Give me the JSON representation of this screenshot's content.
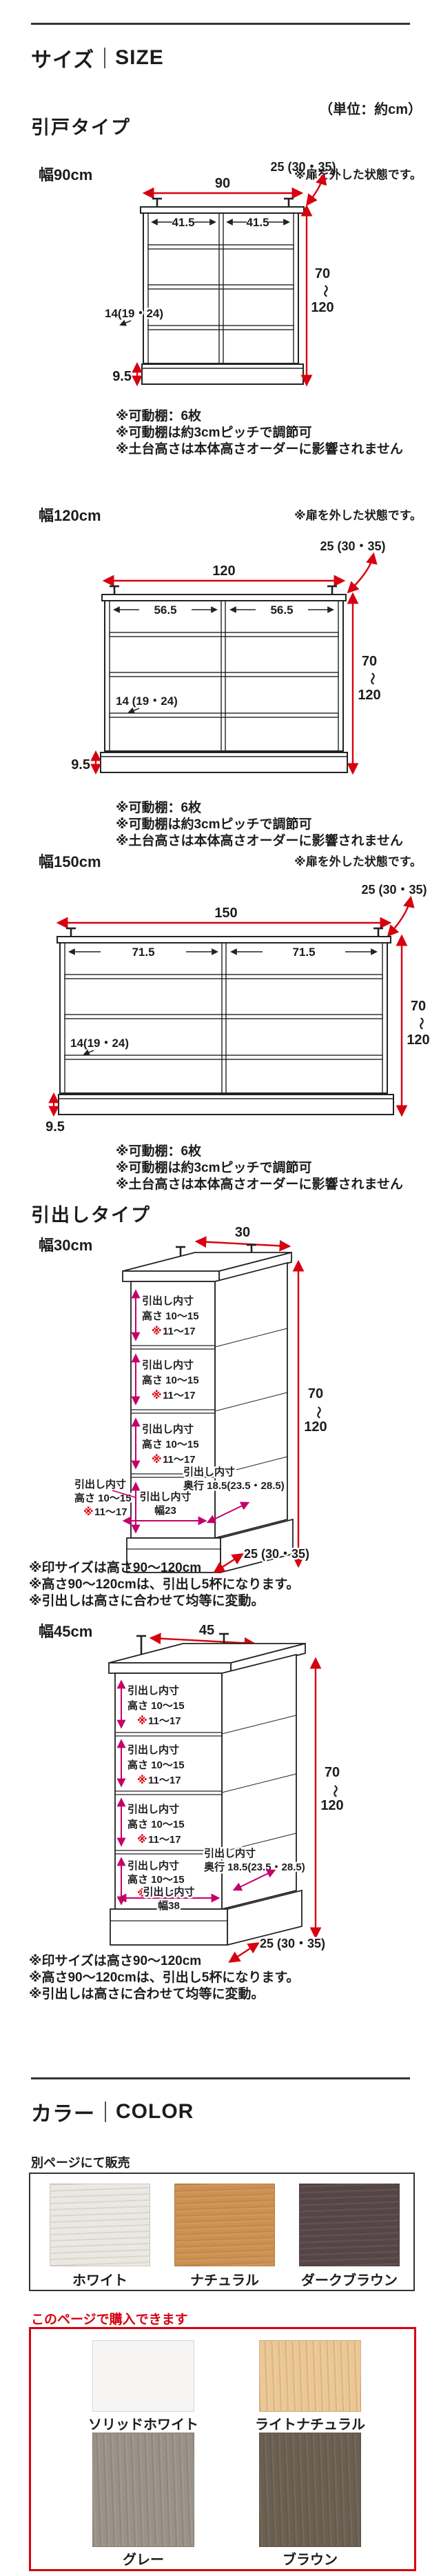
{
  "page": {
    "size_heading_jp": "サイズ",
    "size_heading_en": "SIZE",
    "unit_note": "（単位：約cm）"
  },
  "sliding": {
    "heading": "引戸タイプ",
    "door_note": "※扉を外した状態です。",
    "notes": [
      "※可動棚：6枚",
      "※可動棚は約3cmピッチで調節可",
      "※土台高さは本体高さオーダーに影響されません"
    ],
    "variants": [
      {
        "label": "幅90cm",
        "width": "90",
        "inner_width": "41.5",
        "shelf_depth": "14(19・24)",
        "depth": "25 (30・35)",
        "h_top": "70",
        "h_wave": "〜",
        "h_bottom": "120",
        "base": "9.5"
      },
      {
        "label": "幅120cm",
        "width": "120",
        "inner_width": "56.5",
        "shelf_depth": "14 (19・24)",
        "depth": "25 (30・35)",
        "h_top": "70",
        "h_wave": "〜",
        "h_bottom": "120",
        "base": "9.5"
      },
      {
        "label": "幅150cm",
        "width": "150",
        "inner_width": "71.5",
        "shelf_depth": "14(19・24)",
        "depth": "25 (30・35)",
        "h_top": "70",
        "h_wave": "〜",
        "h_bottom": "120",
        "base": "9.5"
      }
    ]
  },
  "drawer": {
    "heading": "引出しタイプ",
    "variants": [
      {
        "label": "幅30cm",
        "width": "30",
        "depth": "25 (30・35)",
        "h_top": "70",
        "h_wave": "〜",
        "h_bottom": "120",
        "cell": {
          "l1": "引出し内寸",
          "l2": "高さ 10〜15",
          "mark": "※",
          "alt": "11〜17"
        },
        "width_label": {
          "l1": "引出し内寸",
          "l2": "幅23"
        },
        "depth_label": {
          "l1": "引出し内寸",
          "l2": "奥行 18.5(23.5・28.5)"
        },
        "notes": [
          "※印サイズは高さ90〜120cm",
          "※高さ90〜120cmは、引出し5杯になります。",
          "※引出しは高さに合わせて均等に変動。"
        ]
      },
      {
        "label": "幅45cm",
        "width": "45",
        "depth": "25 (30・35)",
        "h_top": "70",
        "h_wave": "〜",
        "h_bottom": "120",
        "cell": {
          "l1": "引出し内寸",
          "l2": "高さ 10〜15",
          "mark": "※",
          "alt": "11〜17"
        },
        "width_label": {
          "l1": "引出し内寸",
          "l2": "幅38"
        },
        "depth_label": {
          "l1": "引出し内寸",
          "l2": "奥行 18.5(23.5・28.5)"
        },
        "notes": [
          "※印サイズは高さ90〜120cm",
          "※高さ90〜120cmは、引出し5杯になります。",
          "※引出しは高さに合わせて均等に変動。"
        ]
      }
    ]
  },
  "color_section": {
    "heading_jp": "カラー",
    "heading_en": "COLOR",
    "other_page_label": "別ページにて販売",
    "this_page_label": "このページで購入できます",
    "other_colors": [
      {
        "name": "ホワイト",
        "hex": "#eae8e1"
      },
      {
        "name": "ナチュラル",
        "hex": "#cc9150"
      },
      {
        "name": "ダークブラウン",
        "hex": "#554547"
      }
    ],
    "this_colors": [
      {
        "name": "ソリッドホワイト",
        "hex": "#f6f5f3"
      },
      {
        "name": "ライトナチュラル",
        "hex": "#ecc794"
      },
      {
        "name": "グレー",
        "hex": "#9a9289"
      },
      {
        "name": "ブラウン",
        "hex": "#6a5f50"
      }
    ]
  }
}
